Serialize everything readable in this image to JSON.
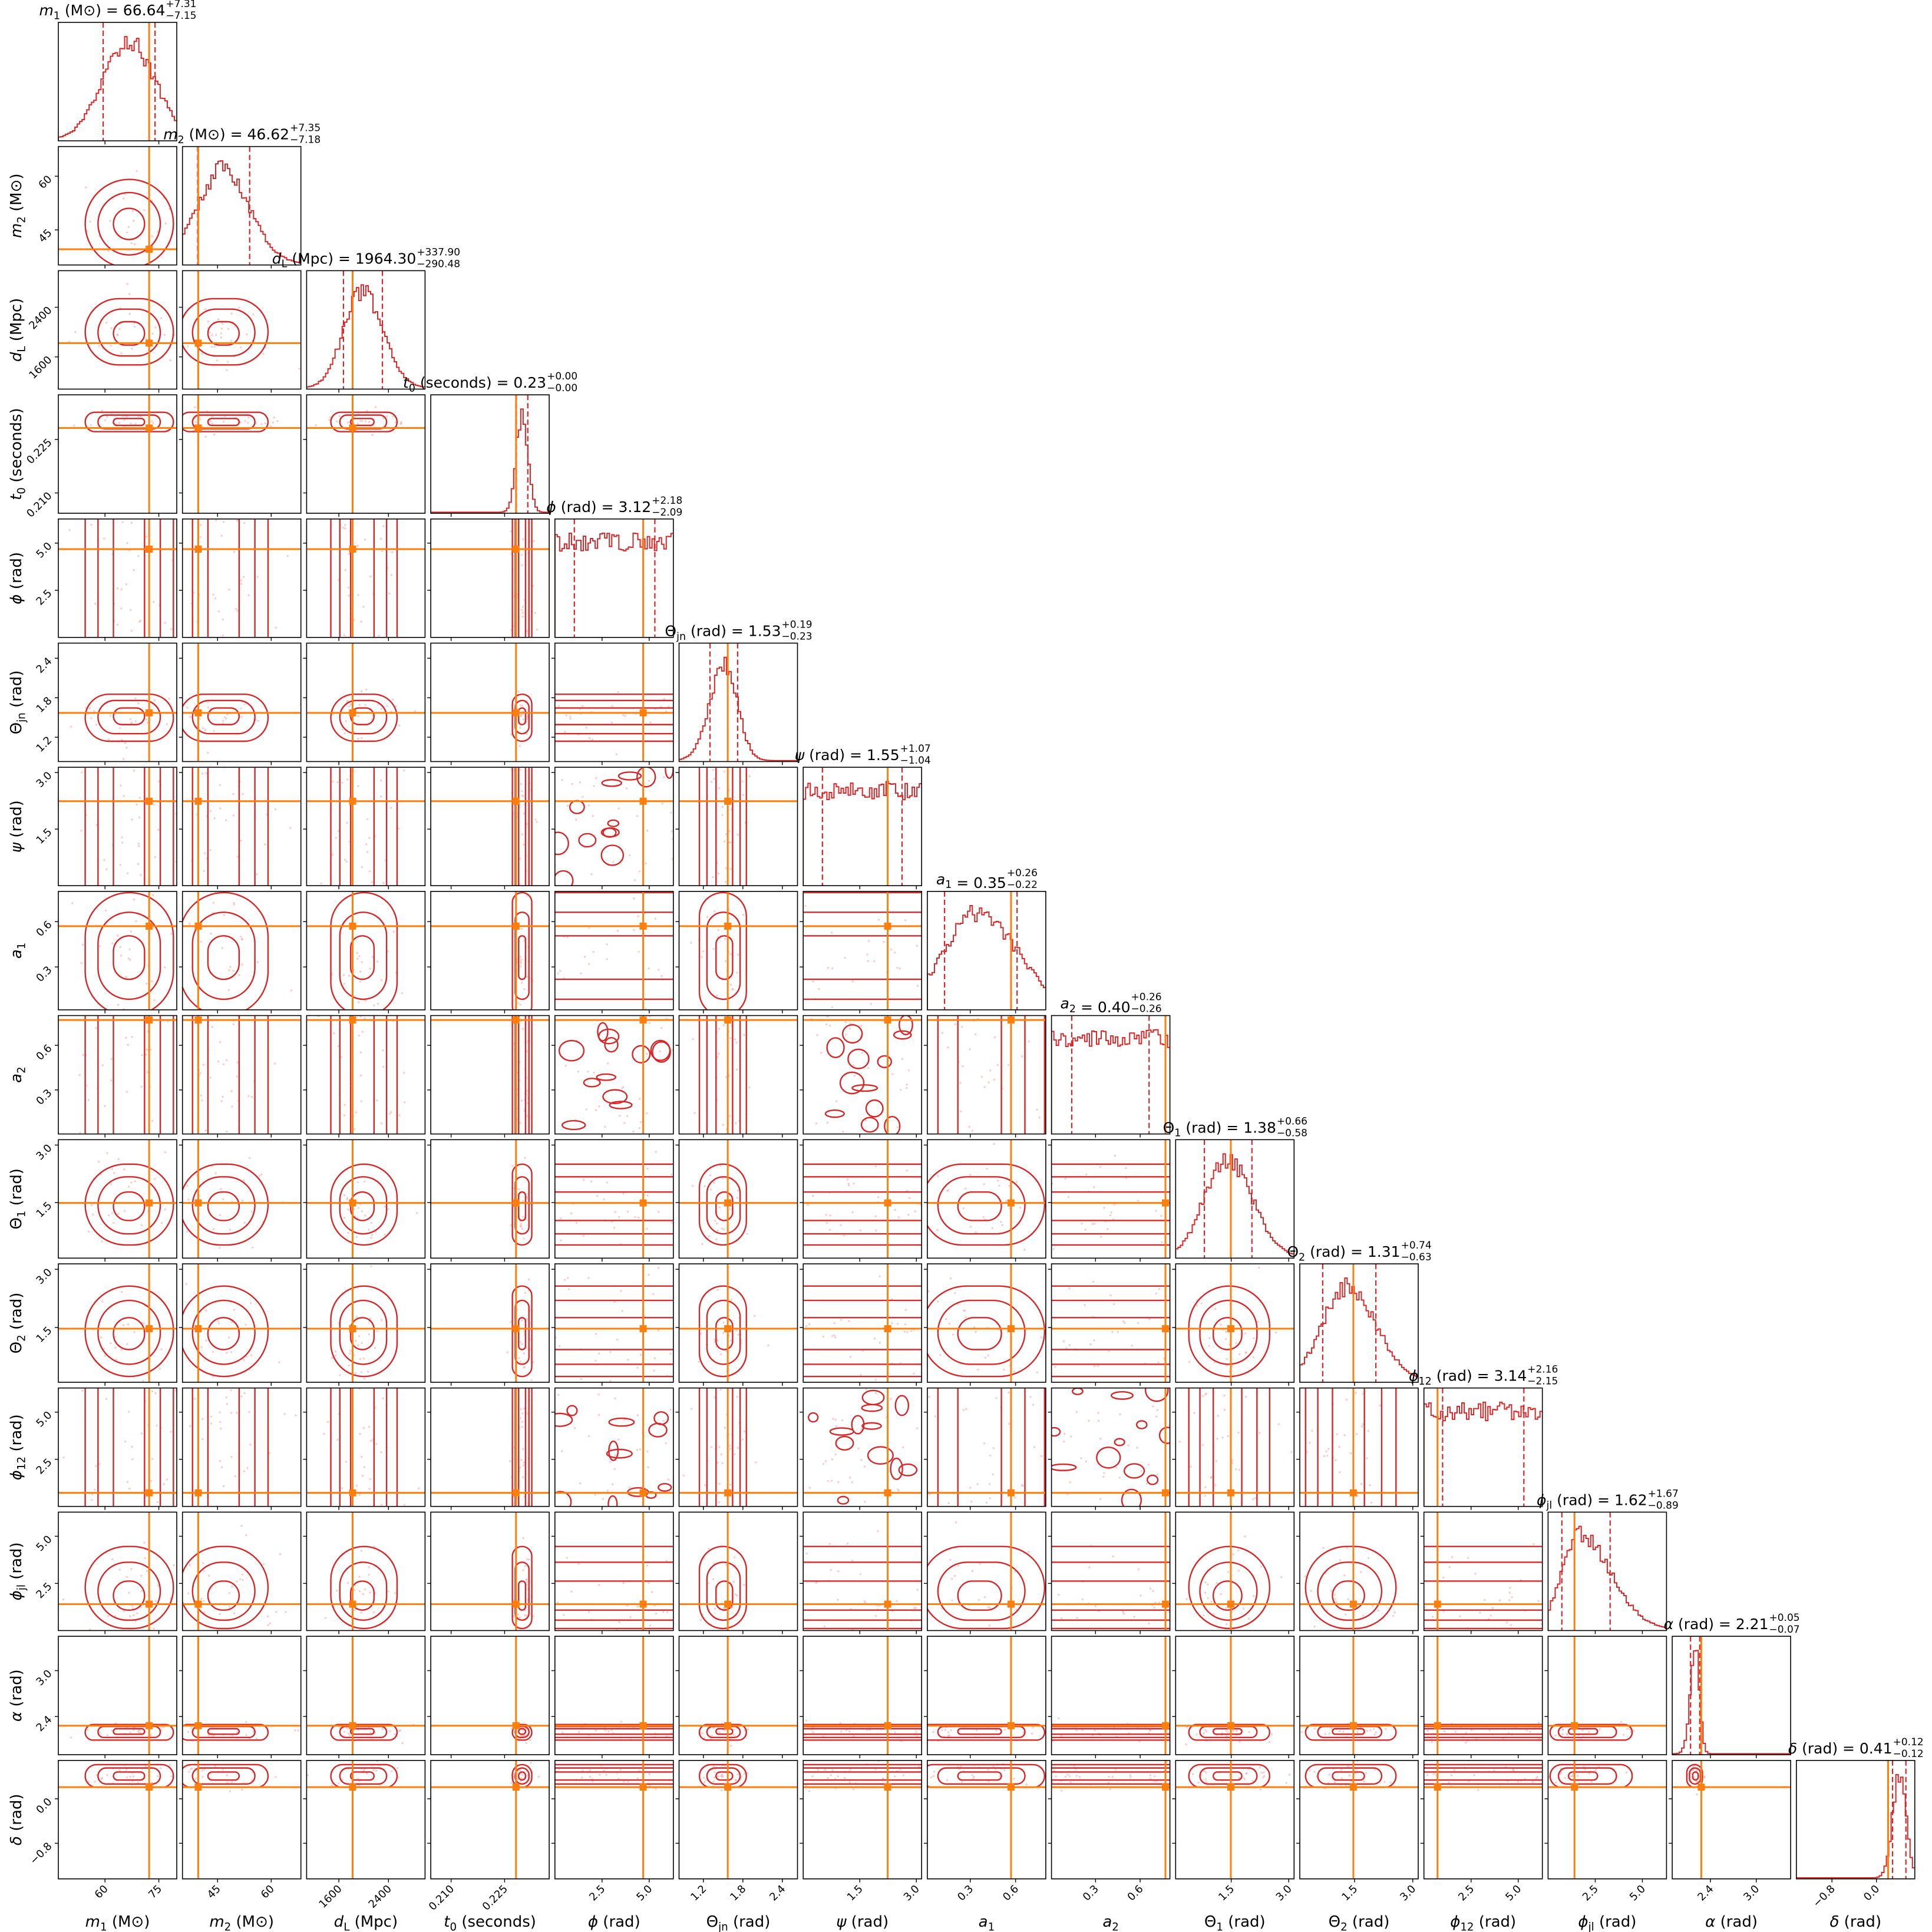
{
  "chart_data": {
    "type": "corner",
    "title": "",
    "colors": {
      "posterior": "#d62728",
      "truth": "#ff7f0e",
      "samples": "#f2a7a7",
      "frame": "#000000"
    },
    "parameters": [
      {
        "label": {
          "sym": "m",
          "sub": "1",
          "unit": "(M⊙)",
          "italic": true
        },
        "median": "66.64",
        "plus": "7.31",
        "minus": "7.15",
        "range": [
          47,
          80
        ],
        "ticks": [
          "60",
          "75"
        ],
        "truth": 72.3,
        "shape": "gauss"
      },
      {
        "label": {
          "sym": "m",
          "sub": "2",
          "unit": "(M⊙)",
          "italic": true
        },
        "median": "46.62",
        "plus": "7.35",
        "minus": "7.18",
        "range": [
          35.2,
          68.3
        ],
        "ticks": [
          "45",
          "60"
        ],
        "truth": 39.6,
        "shape": "gauss"
      },
      {
        "label": {
          "sym": "d",
          "sub": "L",
          "unit": "(Mpc)",
          "italic": true
        },
        "median": "1964.30",
        "plus": "337.90",
        "minus": "290.48",
        "range": [
          1080,
          2990
        ],
        "ticks": [
          "1600",
          "2400"
        ],
        "truth": 1822,
        "shape": "gauss"
      },
      {
        "label": {
          "sym": "t",
          "sub": "0",
          "unit": "(seconds)",
          "italic": true
        },
        "median": "0.23",
        "plus": "0.00",
        "minus": "0.00",
        "interval": [
          0.2283,
          0.2315
        ],
        "range": [
          0.2043,
          0.2375
        ],
        "ticks": [
          "0.210",
          "0.225"
        ],
        "truth": 0.2282,
        "shape": "gauss"
      },
      {
        "label": {
          "sym": "ϕ",
          "sub": "",
          "unit": "(rad)",
          "italic": true
        },
        "median": "3.12",
        "plus": "2.18",
        "minus": "2.09",
        "range": [
          0,
          6.28
        ],
        "ticks": [
          "2.5",
          "5.0"
        ],
        "truth": 4.68,
        "shape": "uniform"
      },
      {
        "label": {
          "sym": "Θ",
          "sub": "jn",
          "unit": "(rad)",
          "italic": false
        },
        "median": "1.53",
        "plus": "0.19",
        "minus": "0.23",
        "range": [
          0.83,
          2.63
        ],
        "ticks": [
          "1.2",
          "1.8",
          "2.4"
        ],
        "truth": 1.57,
        "shape": "gauss"
      },
      {
        "label": {
          "sym": "ψ",
          "sub": "",
          "unit": "(rad)",
          "italic": true
        },
        "median": "1.55",
        "plus": "1.07",
        "minus": "1.04",
        "range": [
          0,
          3.14
        ],
        "ticks": [
          "1.5",
          "3.0"
        ],
        "truth": 2.24,
        "shape": "uniform"
      },
      {
        "label": {
          "sym": "a",
          "sub": "1",
          "unit": "",
          "italic": true
        },
        "median": "0.35",
        "plus": "0.26",
        "minus": "0.22",
        "range": [
          0.016,
          0.8
        ],
        "ticks": [
          "0.3",
          "0.6"
        ],
        "truth": 0.57,
        "shape": "gauss"
      },
      {
        "label": {
          "sym": "a",
          "sub": "2",
          "unit": "",
          "italic": true
        },
        "median": "0.40",
        "plus": "0.26",
        "minus": "0.26",
        "range": [
          0.004,
          0.8
        ],
        "ticks": [
          "0.3",
          "0.6"
        ],
        "truth": 0.77,
        "shape": "uniform"
      },
      {
        "label": {
          "sym": "Θ",
          "sub": "1",
          "unit": "(rad)",
          "italic": false
        },
        "median": "1.38",
        "plus": "0.66",
        "minus": "0.58",
        "range": [
          0.05,
          3.14
        ],
        "ticks": [
          "1.5",
          "3.0"
        ],
        "truth": 1.49,
        "shape": "gauss"
      },
      {
        "label": {
          "sym": "Θ",
          "sub": "2",
          "unit": "(rad)",
          "italic": false
        },
        "median": "1.31",
        "plus": "0.74",
        "minus": "0.63",
        "range": [
          0.09,
          3.14
        ],
        "ticks": [
          "1.5",
          "3.0"
        ],
        "truth": 1.47,
        "shape": "gauss"
      },
      {
        "label": {
          "sym": "ϕ",
          "sub": "12",
          "unit": "(rad)",
          "italic": true
        },
        "median": "3.14",
        "plus": "2.16",
        "minus": "2.15",
        "range": [
          0,
          6.28
        ],
        "ticks": [
          "2.5",
          "5.0"
        ],
        "truth": 0.72,
        "shape": "uniform"
      },
      {
        "label": {
          "sym": "ϕ",
          "sub": "jl",
          "unit": "(rad)",
          "italic": true
        },
        "median": "1.62",
        "plus": "1.67",
        "minus": "0.89",
        "range": [
          0,
          6.28
        ],
        "ticks": [
          "2.5",
          "5.0"
        ],
        "truth": 1.4,
        "shape": "gauss"
      },
      {
        "label": {
          "sym": "α",
          "sub": "",
          "unit": "(rad)",
          "italic": true
        },
        "median": "2.21",
        "plus": "0.05",
        "minus": "0.07",
        "range": [
          1.9,
          3.45
        ],
        "ticks": [
          "2.4",
          "3.0"
        ],
        "truth": 2.28,
        "shape": "gauss"
      },
      {
        "label": {
          "sym": "δ",
          "sub": "",
          "unit": "(rad)",
          "italic": true
        },
        "median": "0.41",
        "plus": "0.12",
        "minus": "0.12",
        "range": [
          -1.44,
          0.69
        ],
        "ticks": [
          "−0.8",
          "0.0"
        ],
        "truth": 0.21,
        "shape": "gauss"
      }
    ]
  }
}
